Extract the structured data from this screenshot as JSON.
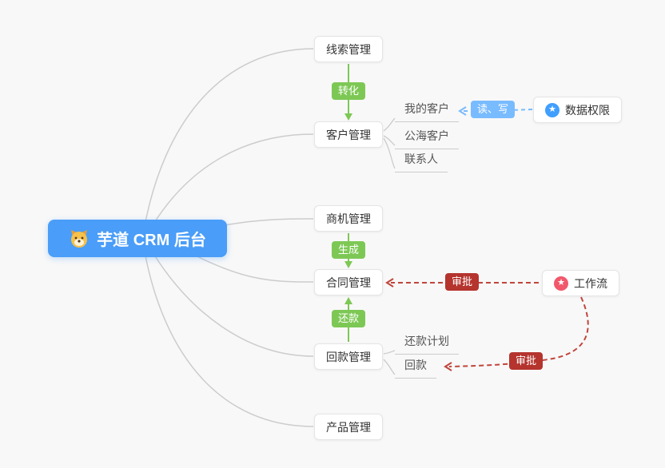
{
  "root": {
    "label": "芋道 CRM 后台"
  },
  "modules": [
    {
      "label": "线索管理"
    },
    {
      "label": "客户管理"
    },
    {
      "label": "商机管理"
    },
    {
      "label": "合同管理"
    },
    {
      "label": "回款管理"
    },
    {
      "label": "产品管理"
    }
  ],
  "customer_children": [
    {
      "label": "我的客户"
    },
    {
      "label": "公海客户"
    },
    {
      "label": "联系人"
    }
  ],
  "payment_children": [
    {
      "label": "还款计划"
    },
    {
      "label": "回款"
    }
  ],
  "side_nodes": [
    {
      "label": "数据权限",
      "glyph": "★",
      "icon_color": "#409eff"
    },
    {
      "label": "工作流",
      "glyph": "★",
      "icon_color": "#f1586c"
    }
  ],
  "edge_labels": {
    "convert": {
      "label": "转化",
      "color": "#7dc855"
    },
    "generate": {
      "label": "生成",
      "color": "#7dc855"
    },
    "repay": {
      "label": "还款",
      "color": "#7dc855"
    },
    "read_write": {
      "label": "读、写",
      "color": "#79bbff"
    },
    "approve_contract": {
      "label": "审批",
      "color": "#b5342e"
    },
    "approve_receivable": {
      "label": "审批",
      "color": "#b5342e"
    }
  },
  "connections": [
    {
      "from": "线索管理",
      "to": "客户管理",
      "label": "转化",
      "style": "solid-green-down"
    },
    {
      "from": "商机管理",
      "to": "合同管理",
      "label": "生成",
      "style": "solid-green-down"
    },
    {
      "from": "回款管理",
      "to": "合同管理",
      "label": "还款",
      "style": "solid-green-up"
    },
    {
      "from": "数据权限",
      "to": "我的客户",
      "label": "读、写",
      "style": "dashed-blue"
    },
    {
      "from": "工作流",
      "to": "合同管理",
      "label": "审批",
      "style": "dashed-red"
    },
    {
      "from": "工作流",
      "to": "回款",
      "label": "审批",
      "style": "dashed-red"
    }
  ],
  "colors": {
    "background": "#f8f8f8",
    "root_blue": "#4a9df8",
    "green": "#7dc855",
    "light_blue": "#79bbff",
    "dark_red": "#b5342e",
    "branch_gray": "#cccccc"
  }
}
